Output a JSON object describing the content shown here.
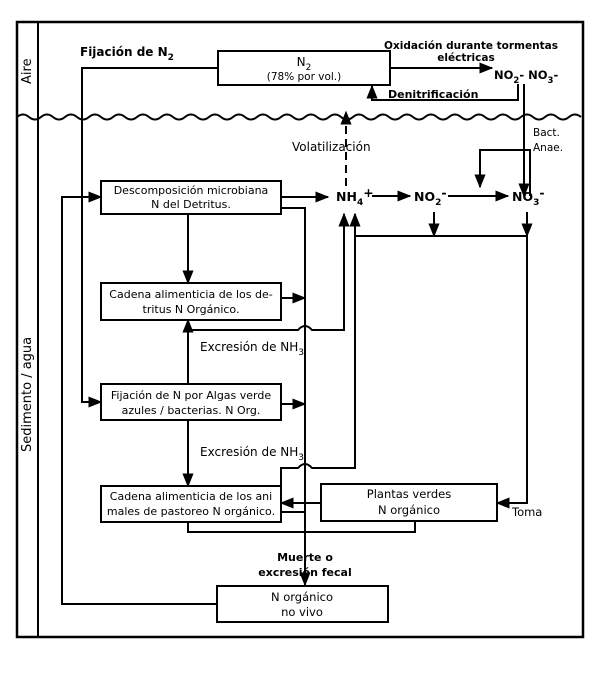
{
  "zones": {
    "air": "Aire",
    "sediment": "Sedimento / agua"
  },
  "boxes": {
    "n2": {
      "line1": "N",
      "line1_sub": "2",
      "line2": "(78% por vol.)"
    },
    "decomp": {
      "line1": "Descomposición microbiana",
      "line2": "N del Detritus."
    },
    "detritus_chain": {
      "line1": "Cadena alimenticia de los de-",
      "line2": "tritus   N Orgánico."
    },
    "algae": {
      "line1": "Fijación de N por Algas verde",
      "line2": "azules / bacterias. N Org."
    },
    "grazing_chain": {
      "line1": "Cadena alimenticia de los ani",
      "line2": "males de pastoreo  N orgánico."
    },
    "green_plants": {
      "line1": "Plantas verdes",
      "line2": "N orgánico"
    },
    "nonliving": {
      "line1": "N orgánico",
      "line2": "no vivo"
    }
  },
  "labels": {
    "fixation_n2": "Fijación de N",
    "fixation_n2_sub": "2",
    "oxidation_line1": "Oxidación durante tormentas",
    "oxidation_line2": "eléctricas",
    "no2_no3_air": "NO",
    "no2_no3_air_sub": "2",
    "no2_no3_air_mid": "- NO",
    "no2_no3_air_sub2": "3",
    "no2_no3_air_end": "-",
    "denitrification": "Denitrificación",
    "volatilization": "Volatilización",
    "bact_line1": "Bact.",
    "bact_line2": "Anae.",
    "nh4": "NH",
    "nh4_sub": "4",
    "nh4_sup": "+",
    "no2": "NO",
    "no2_sub": "2",
    "no2_sup": "-",
    "no3": "NO",
    "no3_sub": "3",
    "no3_sup": "-",
    "excretion1": "Excresión de NH",
    "excretion1_sub": "3",
    "excretion2": "Excresión de NH",
    "excretion2_sub": "3",
    "uptake": "Toma",
    "death_line1": "Muerte o",
    "death_line2": "excresión fecal"
  }
}
